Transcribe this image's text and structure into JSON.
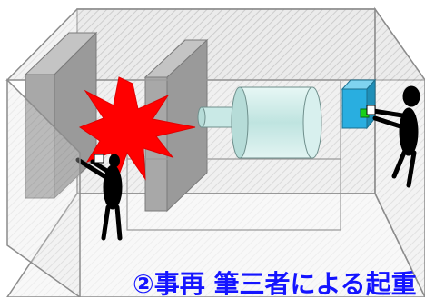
{
  "caption": {
    "text": "②事再 筆三者による起重"
  },
  "colors": {
    "enclosure_stroke": "#8c8c8c",
    "enclosure_fill": "#dcdcdc",
    "panel_fill": "#a6a6a6",
    "burst_fill": "#ff0000",
    "cylinder_fill": "#c9e9e6",
    "switch_box": "#29aee0",
    "switch_button": "#18d018",
    "figure": "#000000",
    "caption_color": "#1414ff"
  },
  "icons": [
    "burst-icon",
    "person-figure",
    "switch-box"
  ]
}
